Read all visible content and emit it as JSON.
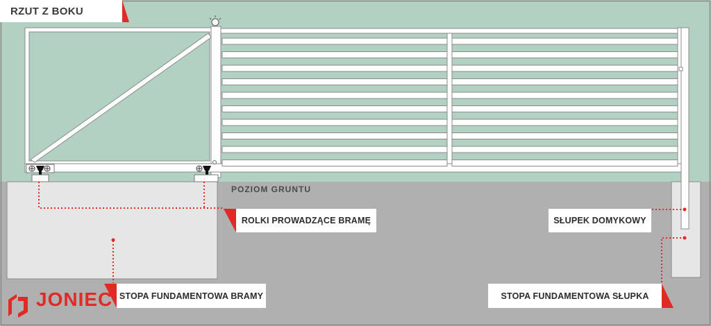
{
  "title": "RZUT Z BOKU",
  "ground_label": "POZIOM GRUNTU",
  "labels": {
    "guide_rollers": "ROLKI PROWADZĄCE BRAMĘ",
    "catch_post": "SŁUPEK DOMYKOWY",
    "gate_foundation": "STOPA FUNDAMENTOWA BRAMY",
    "post_foundation": "STOPA FUNDAMENTOWA SŁUPKA"
  },
  "brand": "JONIEC",
  "colors": {
    "sky": "#b3d1c3",
    "ground": "#b0b0b0",
    "foundation": "#e6e6e6",
    "accent": "#e12a26",
    "frame": "#ffffff",
    "text": "#2b2b2b"
  }
}
